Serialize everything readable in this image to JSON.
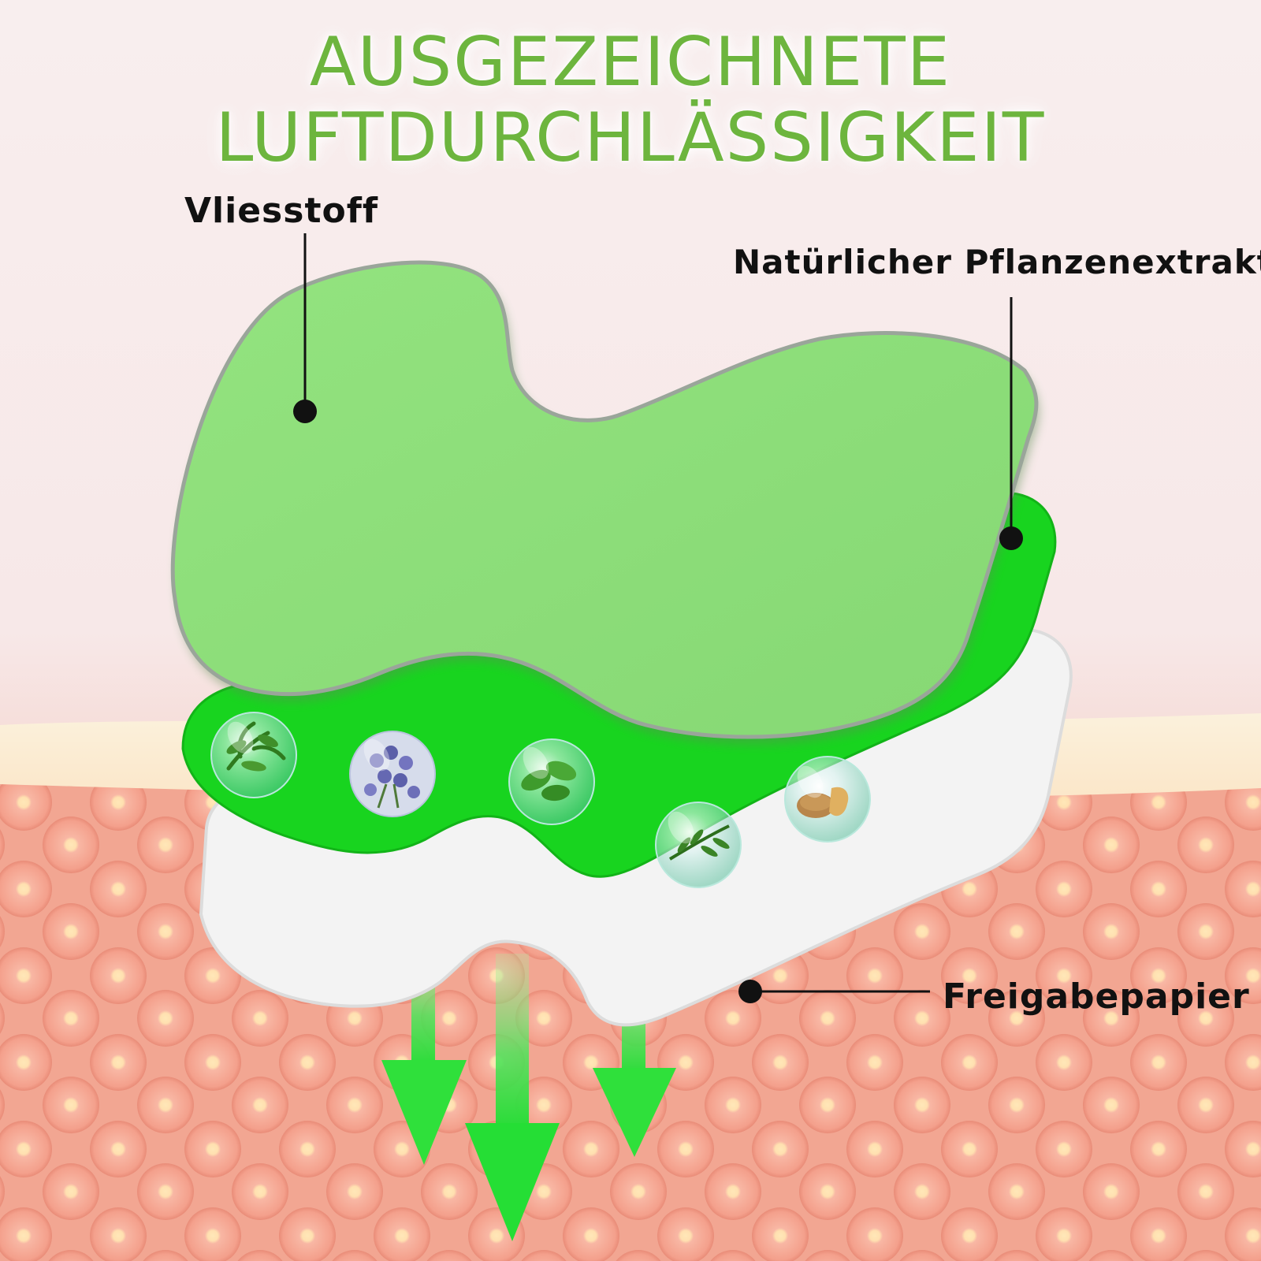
{
  "headline": {
    "line1": "AUSGEZEICHNETE",
    "line2": "LUFTDURCHLÄSSIGKEIT"
  },
  "labels": {
    "top_layer": "Vliesstoff",
    "middle_layer": "Natürlicher Pflanzenextrakt",
    "bottom_layer": "Freigabepapier"
  },
  "colors": {
    "headline": "#6db53e",
    "top_layer": "#8fe07f",
    "middle_layer": "#18d41f",
    "bottom_layer": "#f2f2f2",
    "skin_cells": "#f3a38f",
    "arrows": "#2ee03a",
    "label_text": "#111111"
  },
  "herb_bubbles": [
    "leaf-herb-icon",
    "lavender-icon",
    "mint-icon",
    "rosemary-icon",
    "ginger-icon"
  ]
}
